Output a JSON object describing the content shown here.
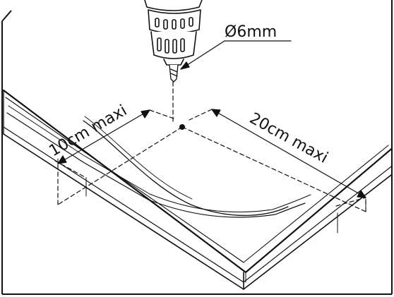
{
  "labels": {
    "drill_diameter": "Ø6mm",
    "left_distance": "10cm maxi",
    "right_distance": "20cm maxi"
  },
  "colors": {
    "line": "#111111",
    "background": "#ffffff"
  },
  "icons": [
    "drill-icon",
    "drill-bit-icon",
    "drill-point-marker"
  ]
}
